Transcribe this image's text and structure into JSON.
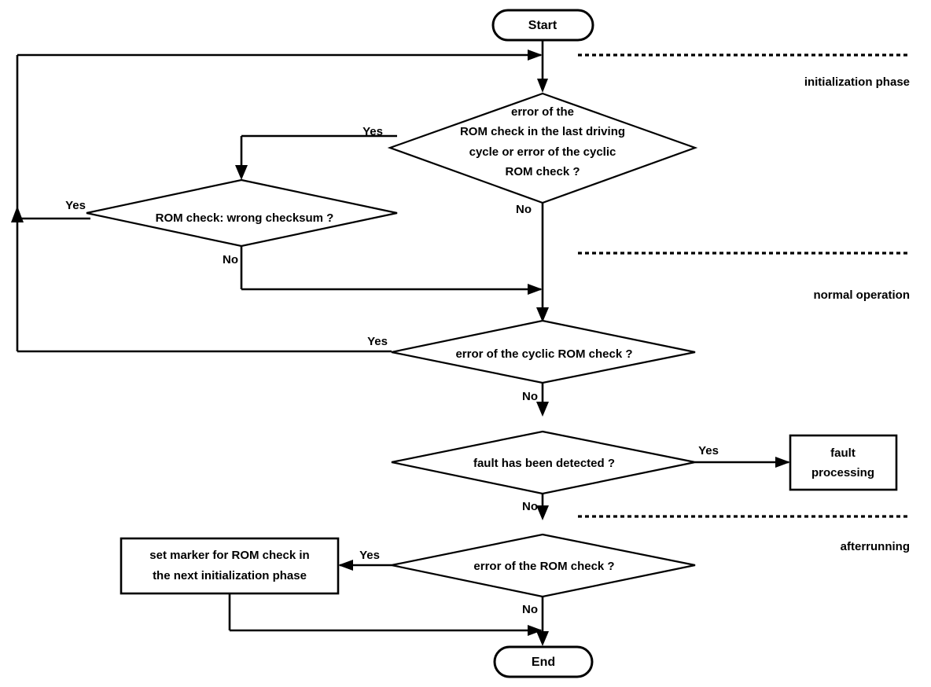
{
  "diagram": {
    "title": "ROM check flowchart",
    "background_color": "#ffffff",
    "line_color": "#000000"
  },
  "terminals": {
    "start": "Start",
    "end": "End"
  },
  "decisions": {
    "d1": {
      "id": "rom-check-last-driving-cycle",
      "lines": [
        "error of the",
        "ROM check in the last driving",
        "cycle or error of the cyclic",
        "ROM check ?"
      ],
      "yes_label": "Yes",
      "no_label": "No"
    },
    "d2": {
      "id": "rom-check-wrong-checksum",
      "lines": [
        "ROM check: wrong checksum ?"
      ],
      "yes_label": "Yes",
      "no_label": "No"
    },
    "d3": {
      "id": "error-cyclic-rom-check",
      "lines": [
        "error of the cyclic ROM check ?"
      ],
      "yes_label": "Yes",
      "no_label": "No"
    },
    "d4": {
      "id": "fault-has-been-detected",
      "lines": [
        "fault has been detected ?"
      ],
      "yes_label": "Yes",
      "no_label": "No"
    },
    "d5": {
      "id": "error-of-rom-check",
      "lines": [
        "error of the ROM check ?"
      ],
      "yes_label": "Yes",
      "no_label": "No"
    }
  },
  "processes": {
    "fault_processing": {
      "id": "fault-processing",
      "lines": [
        "fault",
        "processing"
      ]
    },
    "set_marker": {
      "id": "set-marker-for-rom-check",
      "lines": [
        "set marker for ROM check in",
        "the next initialization phase"
      ]
    }
  },
  "phases": [
    {
      "id": "initialization-phase",
      "label": "initialization phase"
    },
    {
      "id": "normal-operation",
      "label": "normal operation"
    },
    {
      "id": "afterrunning",
      "label": "afterrunning"
    }
  ]
}
